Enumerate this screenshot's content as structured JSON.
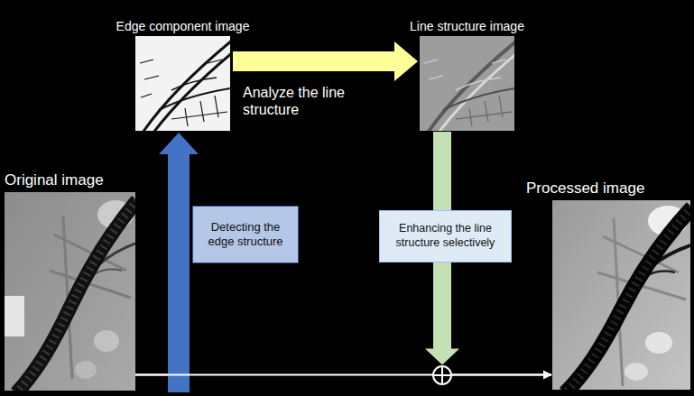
{
  "diagram": {
    "nodes": [
      {
        "text": [
          "Original image"
        ]
      },
      {
        "text": [
          "Edge component image"
        ]
      },
      {
        "text": [
          "Line structure image"
        ]
      },
      {
        "text": [
          "Processed image"
        ]
      },
      {
        "text": [
          "Detecting the edge structure"
        ]
      },
      {
        "text": [
          "Enhancing the line structure selectively"
        ]
      }
    ],
    "edges": [
      {
        "from": 0,
        "to": 1,
        "arrow": "to"
      },
      {
        "from": 1,
        "to": 2,
        "label": "Analyze the line structure",
        "arrow": "to"
      },
      {
        "from": 2,
        "to": 3,
        "arrow": "to"
      },
      {
        "from": 0,
        "to": 3,
        "arrow": "to"
      }
    ]
  }
}
